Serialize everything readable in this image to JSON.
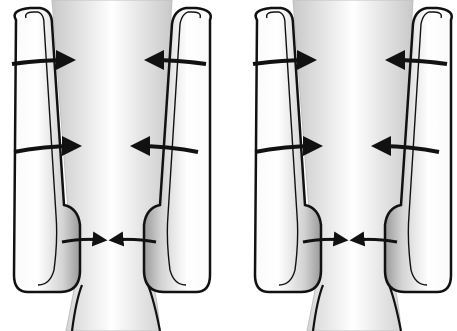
{
  "figure": {
    "panels": [
      {
        "id": "left",
        "leg": "leg-silhouette",
        "cuffs": [
          "cuff-left",
          "cuff-right"
        ]
      },
      {
        "id": "right",
        "leg": "leg-silhouette",
        "cuffs": [
          "cuff-left",
          "cuff-right"
        ]
      }
    ],
    "arrow_direction": "inward",
    "icons": [
      "arrow-right-icon",
      "arrow-left-icon"
    ],
    "colors": {
      "outline": "#111111",
      "leg_fill_center": "#ffffff",
      "leg_fill_edge": "#c9c9c9",
      "cuff_fill_light": "#fafafa",
      "cuff_fill_dark": "#9a9a9a"
    }
  }
}
